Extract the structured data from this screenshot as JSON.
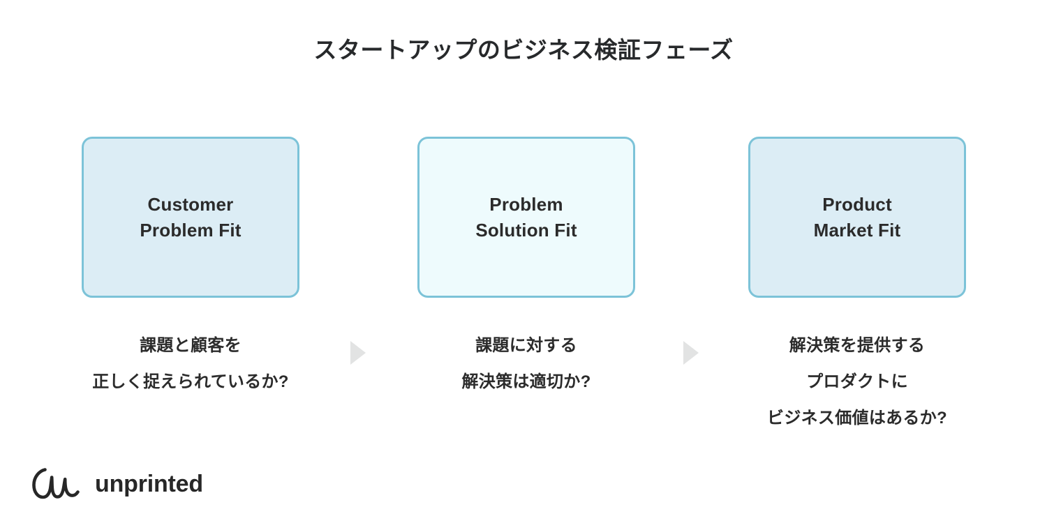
{
  "page": {
    "title": "スタートアップのビジネス検証フェーズ",
    "background_color": "#ffffff",
    "text_color": "#2b2b2b"
  },
  "theme": {
    "box_border": "#7cc3d8",
    "box_fill_strong": "#dcedf5",
    "box_fill_light": "#eefbfd",
    "arrow_color": "#e2e3e3"
  },
  "phases": [
    {
      "box_label": "Customer\nProblem Fit",
      "caption": "課題と顧客を\n正しく捉えられているか?",
      "fill": "strong"
    },
    {
      "box_label": "Problem\nSolution Fit",
      "caption": "課題に対する\n解決策は適切か?",
      "fill": "light"
    },
    {
      "box_label": "Product\nMarket Fit",
      "caption": "解決策を提供する\nプロダクトに\nビジネス価値はあるか?",
      "fill": "strong"
    }
  ],
  "arrows": [
    {
      "icon": "triangle-right-icon"
    },
    {
      "icon": "triangle-right-icon"
    }
  ],
  "brand": {
    "mark": "unprinted-cursive-mark-icon",
    "name": "unprinted"
  }
}
